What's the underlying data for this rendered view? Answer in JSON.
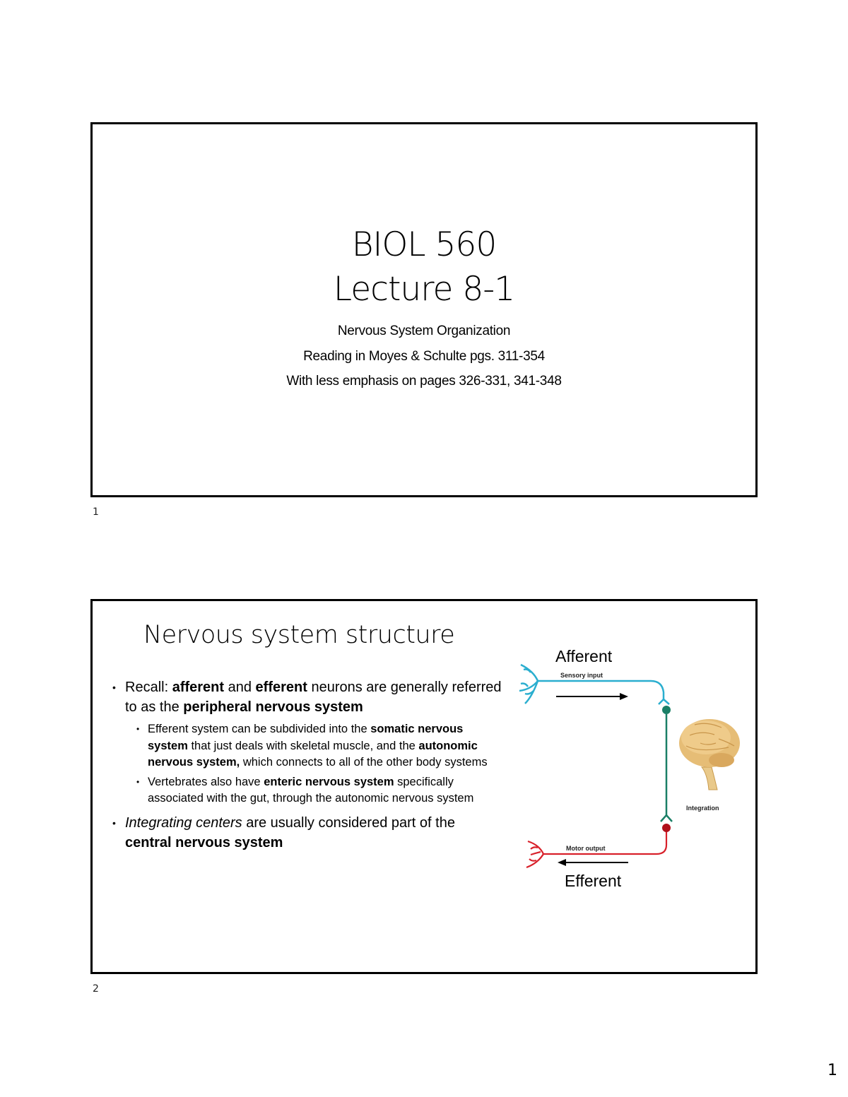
{
  "slides": [
    {
      "number": "1",
      "title_line1": "BIOL 560",
      "title_line2": "Lecture 8-1",
      "subtitle_lines": [
        "Nervous System Organization",
        "Reading in Moyes & Schulte pgs.  311-354",
        "With less emphasis on pages 326-331, 341-348"
      ]
    },
    {
      "number": "2",
      "title": "Nervous system structure",
      "bullets": {
        "b1": {
          "t1": "Recall: ",
          "t2": "afferent",
          "t3": " and ",
          "t4": "efferent",
          "t5": " neurons are generally referred to as the ",
          "t6": "peripheral nervous system"
        },
        "b1a": {
          "t1": "Efferent system can be subdivided into the ",
          "t2": "somatic nervous system",
          "t3": " that just deals with skeletal muscle, and the ",
          "t4": "autonomic nervous system,",
          "t5": " which connects to all of the other body systems"
        },
        "b1b": {
          "t1": "Vertebrates also have ",
          "t2": "enteric nervous system",
          "t3": " specifically associated with the gut, through the autonomic nervous system"
        },
        "b2": {
          "t1": "Integrating centers",
          "t2": " are usually considered part of the ",
          "t3": "central nervous system"
        }
      },
      "diagram": {
        "afferent_label": "Afferent",
        "efferent_label": "Efferent",
        "sensory_label": "Sensory input",
        "motor_label": "Motor output",
        "integration_label": "Integration",
        "colors": {
          "afferent": "#2aaecf",
          "interneuron": "#1a7f66",
          "efferent": "#d8202a",
          "brain": "#e0b56e"
        }
      }
    }
  ],
  "page_number": "1"
}
